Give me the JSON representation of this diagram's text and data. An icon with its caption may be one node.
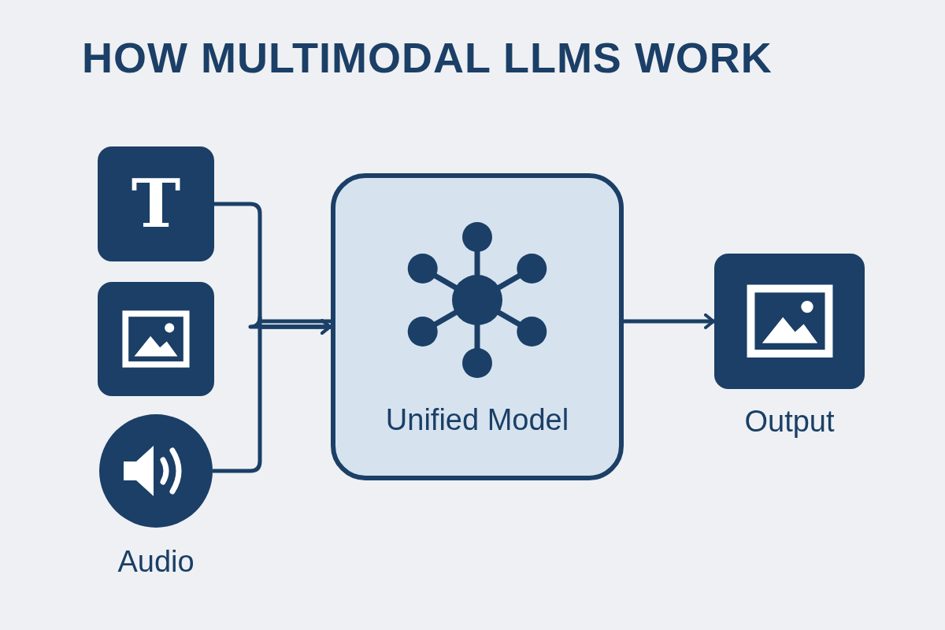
{
  "diagram": {
    "title": "HOW MULTIMODAL LLMS WORK",
    "nodes": [
      {
        "text": [
          "T"
        ]
      },
      {
        "text": [],
        "shape": "box"
      },
      {
        "text": [],
        "shape": "circle",
        "beside": [
          "Audio"
        ]
      },
      {
        "text": [
          "Unified Model"
        ]
      },
      {
        "text": [],
        "shape": "box",
        "beside": [
          "Output"
        ]
      }
    ],
    "edges": [
      {
        "from": 0,
        "to": 3,
        "arrow": "to"
      },
      {
        "from": 2,
        "to": 3,
        "arrow": "to"
      },
      {
        "from": 3,
        "to": 4,
        "arrow": "to"
      }
    ]
  }
}
